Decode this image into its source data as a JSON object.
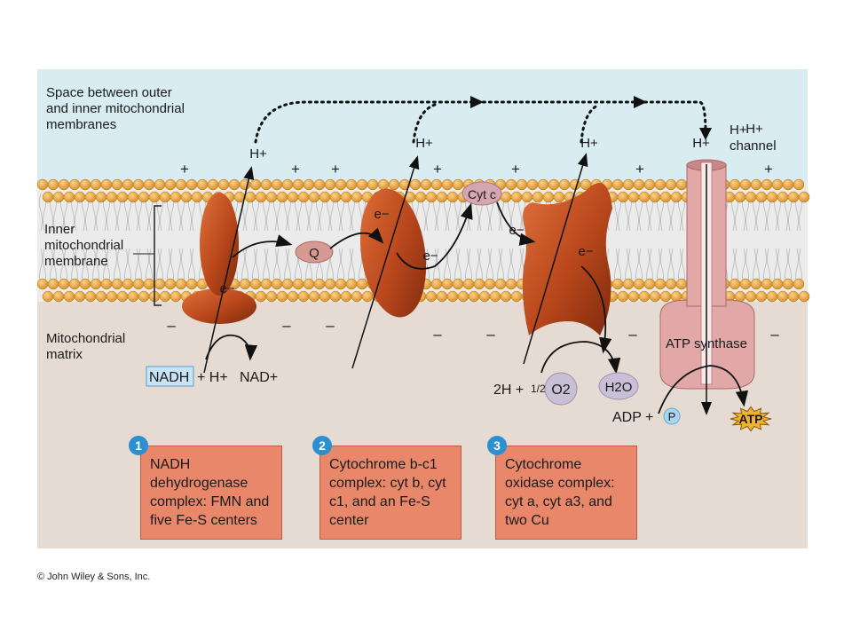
{
  "regions": {
    "intermembrane_space": "Space between outer\nand inner mitochondrial\nmembranes",
    "inner_membrane": "Inner\nmitochondrial\nmembrane",
    "matrix": "Mitochondrial\nmatrix"
  },
  "carriers": {
    "q": "Q",
    "cyt_c": "Cyt c",
    "h_plus": "H+",
    "e_minus": "e−",
    "h_channel": "H+\nchannel",
    "atp_synthase": "ATP synthase"
  },
  "reactions": {
    "nadh": "NADH",
    "plus_h": "+ H+",
    "nad": "NAD+",
    "two_h": "2H +",
    "half": "1/2",
    "o2": "O2",
    "h2o": "H2O",
    "adp": "ADP +",
    "p": "P",
    "atp": "ATP"
  },
  "complexes": [
    {
      "number": "1",
      "text": "NADH\ndehydrogenase\ncomplex: FMN and\nfive Fe-S centers"
    },
    {
      "number": "2",
      "text": "Cytochrome b-c1\ncomplex: cyt b, cyt\nc1, and an Fe-S\ncenter"
    },
    {
      "number": "3",
      "text": "Cytochrome\noxidase complex:\ncyt a, cyt a3, and\ntwo Cu"
    }
  ],
  "charges": {
    "plus": "+",
    "minus": "–"
  },
  "copyright": "© John Wiley & Sons, Inc.",
  "colors": {
    "intermembrane": "#d8ecf1",
    "matrix": "#e5dbd3",
    "lipid_head": "#e9a53a",
    "protein": "#c2501f",
    "explanation_box": "#e8876a",
    "number_badge": "#2b8fd0",
    "atp_synthase": "#e2a8a8"
  }
}
